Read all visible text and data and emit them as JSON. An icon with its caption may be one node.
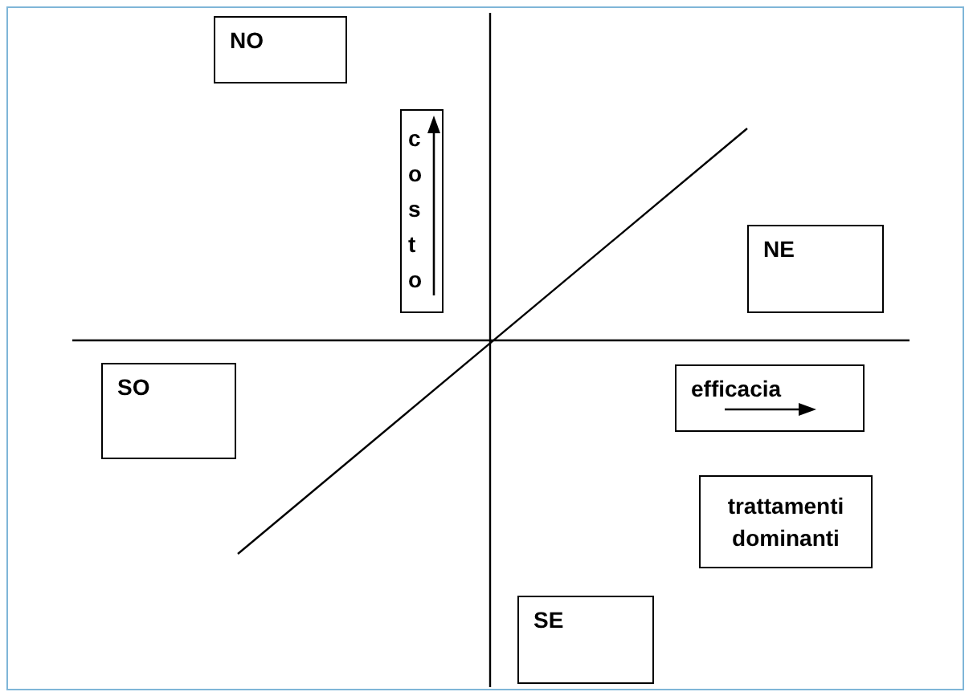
{
  "diagram": {
    "nodes": [
      {
        "text": [
          "NO"
        ]
      },
      {
        "text": [
          "costo"
        ]
      },
      {
        "text": [
          "NE"
        ]
      },
      {
        "text": [
          "SO"
        ]
      },
      {
        "text": [
          "efficacia"
        ]
      },
      {
        "text": [
          "trattamenti dominanti"
        ]
      },
      {
        "text": [
          "SE"
        ]
      }
    ],
    "edges": []
  }
}
